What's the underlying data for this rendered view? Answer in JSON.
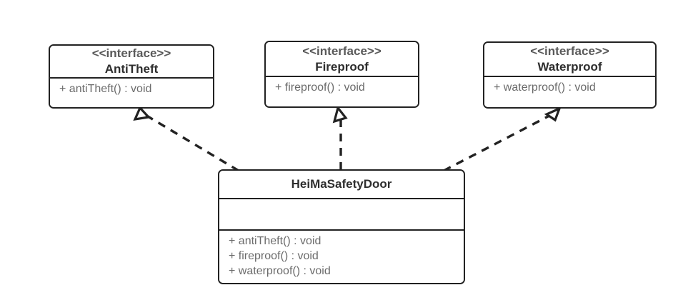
{
  "diagram": {
    "type": "uml-class-diagram",
    "background_color": "#ffffff",
    "line_color": "#222222",
    "text_color": "#2e2e2e",
    "muted_text_color": "#6b6b6b"
  },
  "interfaces": [
    {
      "id": "antitheft",
      "stereotype": "<<interface>>",
      "name": "AntiTheft",
      "operations": [
        "+ antiTheft() : void"
      ]
    },
    {
      "id": "fireproof",
      "stereotype": "<<interface>>",
      "name": "Fireproof",
      "operations": [
        "+ fireproof() : void"
      ]
    },
    {
      "id": "waterproof",
      "stereotype": "<<interface>>",
      "name": "Waterproof",
      "operations": [
        "+ waterproof() : void"
      ]
    }
  ],
  "concrete_class": {
    "id": "heimasafetydoor",
    "name": "HeiMaSafetyDoor",
    "attributes": [],
    "operations": [
      "+ antiTheft() : void",
      "+ fireproof() : void",
      "+ waterproof() : void"
    ]
  },
  "relationships": [
    {
      "id": "rel-antitheft",
      "kind": "realization",
      "from": "HeiMaSafetyDoor",
      "to": "AntiTheft",
      "style": "dashed-hollow-arrow"
    },
    {
      "id": "rel-fireproof",
      "kind": "realization",
      "from": "HeiMaSafetyDoor",
      "to": "Fireproof",
      "style": "dashed-hollow-arrow"
    },
    {
      "id": "rel-waterproof",
      "kind": "realization",
      "from": "HeiMaSafetyDoor",
      "to": "Waterproof",
      "style": "dashed-hollow-arrow"
    }
  ]
}
